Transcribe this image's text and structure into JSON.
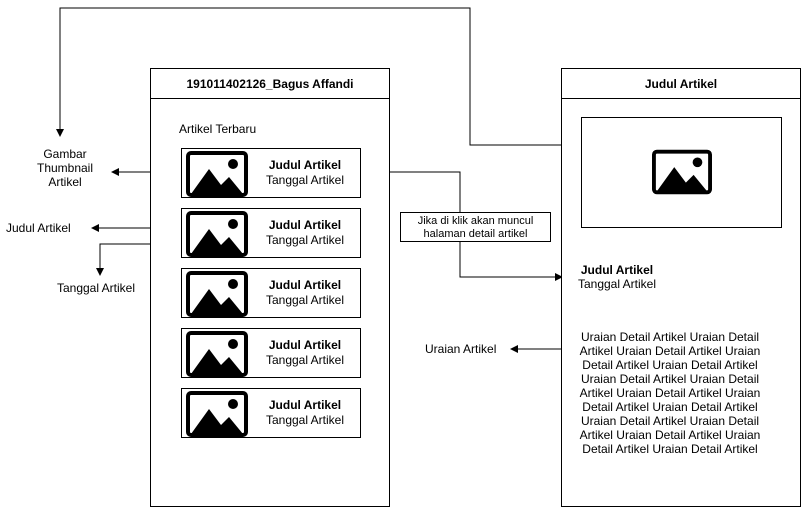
{
  "left_frame": {
    "title": "191011402126_Bagus Affandi",
    "section_label": "Artikel Terbaru",
    "cards": [
      {
        "title": "Judul Artikel",
        "date": "Tanggal Artikel"
      },
      {
        "title": "Judul Artikel",
        "date": "Tanggal Artikel"
      },
      {
        "title": "Judul Artikel",
        "date": "Tanggal Artikel"
      },
      {
        "title": "Judul Artikel",
        "date": "Tanggal Artikel"
      },
      {
        "title": "Judul Artikel",
        "date": "Tanggal Artikel"
      }
    ]
  },
  "right_frame": {
    "title": "Judul Artikel",
    "article_title": "Judul Artikel",
    "article_date": "Tanggal Artikel",
    "description": "Uraian Detail Artikel Uraian Detail Artikel Uraian Detail Artikel Uraian Detail Artikel Uraian Detail Artikel Uraian Detail Artikel Uraian Detail Artikel Uraian Detail Artikel Uraian Detail Artikel Uraian Detail Artikel Uraian Detail Artikel Uraian Detail Artikel Uraian Detail Artikel Uraian Detail Artikel Uraian Detail Artikel"
  },
  "annotations": {
    "thumbnail": "Gambar Thumbnail Artikel",
    "title": "Judul Artikel",
    "date": "Tanggal Artikel",
    "click_note": "Jika di klik akan muncul halaman detail artikel",
    "description": "Uraian Artikel"
  },
  "icons": {
    "image_placeholder": "image-icon"
  }
}
